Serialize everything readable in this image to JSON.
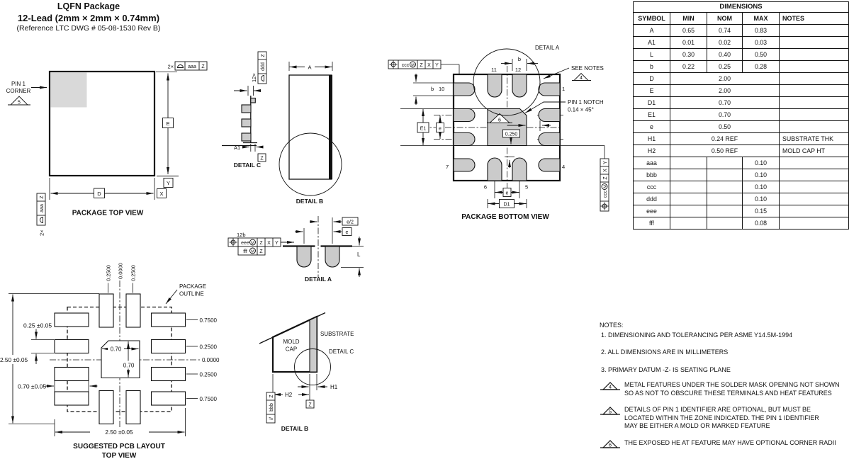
{
  "header": {
    "title": "LQFN Package",
    "subtitle": "12-Lead (2mm × 2mm × 0.74mm)",
    "reference": "(Reference LTC DWG # 05-08-1530 Rev B)"
  },
  "top_view": {
    "caption": "PACKAGE TOP VIEW",
    "pin1_line1": "PIN 1",
    "pin1_line2": "CORNER",
    "note_triangle": "5",
    "dim_E": "E",
    "dim_D": "D",
    "datum_X": "X",
    "datum_Y": "Y",
    "fcf_top": {
      "qty": "2×",
      "tol": "aaa",
      "datum": "Z"
    },
    "fcf_left": {
      "qty": "2×",
      "tol": "aaa",
      "datum": "Z"
    }
  },
  "detail_c_top": {
    "caption": "DETAIL C",
    "fcf": {
      "qty": "12×",
      "tol": "ddd",
      "datum": "Z"
    },
    "dim_A1": "A1",
    "datum_Z": "Z"
  },
  "detail_b_top": {
    "caption": "DETAIL B",
    "dim_A": "A"
  },
  "bottom_view": {
    "caption": "PACKAGE BOTTOM VIEW",
    "detail_a_label": "DETAIL A",
    "see_notes": "SEE NOTES",
    "note_triangle_4": "4",
    "note_triangle_6": "6",
    "pin1_notch_line1": "PIN 1 NOTCH",
    "pin1_notch_line2": "0.14 × 45°",
    "dim_b_top": "b",
    "dim_b_left": "b",
    "dim_E1": "E1",
    "dim_e_left": "e",
    "dim_e_bottom": "e",
    "dim_D1": "D1",
    "dim_0250": "0.250",
    "pins": {
      "p1": "1",
      "p4": "4",
      "p5": "5",
      "p6": "6",
      "p7": "7",
      "p10": "10",
      "p11": "11",
      "p12": "12"
    },
    "fcf_top": {
      "mod": "M",
      "tol": "ccc",
      "d1": "Z",
      "d2": "X",
      "d3": "Y"
    },
    "fcf_right": {
      "mod": "M",
      "tol": "ccc",
      "d1": "Z",
      "d2": "X",
      "d3": "Y"
    }
  },
  "detail_a": {
    "caption": "DETAIL A",
    "qty_label": "12b",
    "fcf_row1": {
      "mod": "M",
      "tol": "eee",
      "d1": "Z",
      "d2": "X",
      "d3": "Y"
    },
    "fcf_row2": {
      "mod": "M",
      "tol": "fff",
      "d1": "Z"
    },
    "dim_e_half": "e/2",
    "dim_e": "e",
    "dim_L": "L"
  },
  "pcb_layout": {
    "caption_line1": "SUGGESTED PCB LAYOUT",
    "caption_line2": "TOP VIEW",
    "outline_label_line1": "PACKAGE",
    "outline_label_line2": "OUTLINE",
    "top_labels": [
      "0.2500",
      "0.0000",
      "0.2500"
    ],
    "right_labels": [
      "0.7500",
      "0.2500",
      "0.0000",
      "0.2500",
      "0.7500"
    ],
    "dim_pad_height": "0.25 ±0.05",
    "dim_total_height": "2.50 ±0.05",
    "dim_pad_length": "0.70 ±0.05",
    "dim_total_width": "2.50 ±0.05",
    "dim_center_width": "0.70",
    "dim_center_height": "0.70"
  },
  "detail_b_bottom": {
    "caption": "DETAIL B",
    "mold_cap_line1": "MOLD",
    "mold_cap_line2": "CAP",
    "substrate_label": "SUBSTRATE",
    "detail_c_label": "DETAIL C",
    "dim_H1": "H1",
    "dim_H2": "H2",
    "datum_Z": "Z",
    "fcf": {
      "sym": "//",
      "tol": "bbb",
      "datum": "Z"
    }
  },
  "dimensions_table": {
    "title": "DIMENSIONS",
    "columns": [
      "SYMBOL",
      "MIN",
      "NOM",
      "MAX",
      "NOTES"
    ],
    "rows": [
      {
        "symbol": "A",
        "min": "0.65",
        "nom": "0.74",
        "max": "0.83",
        "notes": ""
      },
      {
        "symbol": "A1",
        "min": "0.01",
        "nom": "0.02",
        "max": "0.03",
        "notes": ""
      },
      {
        "symbol": "L",
        "min": "0.30",
        "nom": "0.40",
        "max": "0.50",
        "notes": ""
      },
      {
        "symbol": "b",
        "min": "0.22",
        "nom": "0.25",
        "max": "0.28",
        "notes": ""
      },
      {
        "symbol": "D",
        "value": "2.00",
        "notes": ""
      },
      {
        "symbol": "E",
        "value": "2.00",
        "notes": ""
      },
      {
        "symbol": "D1",
        "value": "0.70",
        "notes": ""
      },
      {
        "symbol": "E1",
        "value": "0.70",
        "notes": ""
      },
      {
        "symbol": "e",
        "value": "0.50",
        "notes": ""
      },
      {
        "symbol": "H1",
        "value": "0.24 REF",
        "notes": "SUBSTRATE THK"
      },
      {
        "symbol": "H2",
        "value": "0.50 REF",
        "notes": "MOLD CAP HT"
      },
      {
        "symbol": "aaa",
        "min": "",
        "nom": "",
        "max": "0.10",
        "notes": ""
      },
      {
        "symbol": "bbb",
        "min": "",
        "nom": "",
        "max": "0.10",
        "notes": ""
      },
      {
        "symbol": "ccc",
        "min": "",
        "nom": "",
        "max": "0.10",
        "notes": ""
      },
      {
        "symbol": "ddd",
        "min": "",
        "nom": "",
        "max": "0.10",
        "notes": ""
      },
      {
        "symbol": "eee",
        "min": "",
        "nom": "",
        "max": "0.15",
        "notes": ""
      },
      {
        "symbol": "fff",
        "min": "",
        "nom": "",
        "max": "0.08",
        "notes": ""
      }
    ]
  },
  "notes": {
    "heading": "NOTES:",
    "items": [
      {
        "marker": "",
        "lines": [
          "1. DIMENSIONING AND TOLERANCING PER ASME Y14.5M-1994"
        ]
      },
      {
        "marker": "",
        "lines": [
          "2. ALL DIMENSIONS ARE IN MILLIMETERS"
        ]
      },
      {
        "marker": "",
        "lines": [
          "3. PRIMARY DATUM -Z- IS SEATING PLANE"
        ]
      },
      {
        "marker": "4",
        "lines": [
          "METAL FEATURES UNDER THE SOLDER MASK OPENING NOT SHOWN",
          "SO AS NOT TO  OBSCURE THESE TERMINALS AND HEAT FEATURES"
        ]
      },
      {
        "marker": "5",
        "lines": [
          "DETAILS OF PIN 1 IDENTIFIER ARE OPTIONAL, BUT MUST BE",
          "LOCATED WITHIN THE ZONE INDICATED. THE PIN 1 IDENTIFIER",
          "MAY BE EITHER A MOLD OR MARKED FEATURE"
        ]
      },
      {
        "marker": "6",
        "lines": [
          "THE EXPOSED HE AT FEATURE MAY HAVE OPTIONAL CORNER RADII"
        ]
      }
    ]
  }
}
